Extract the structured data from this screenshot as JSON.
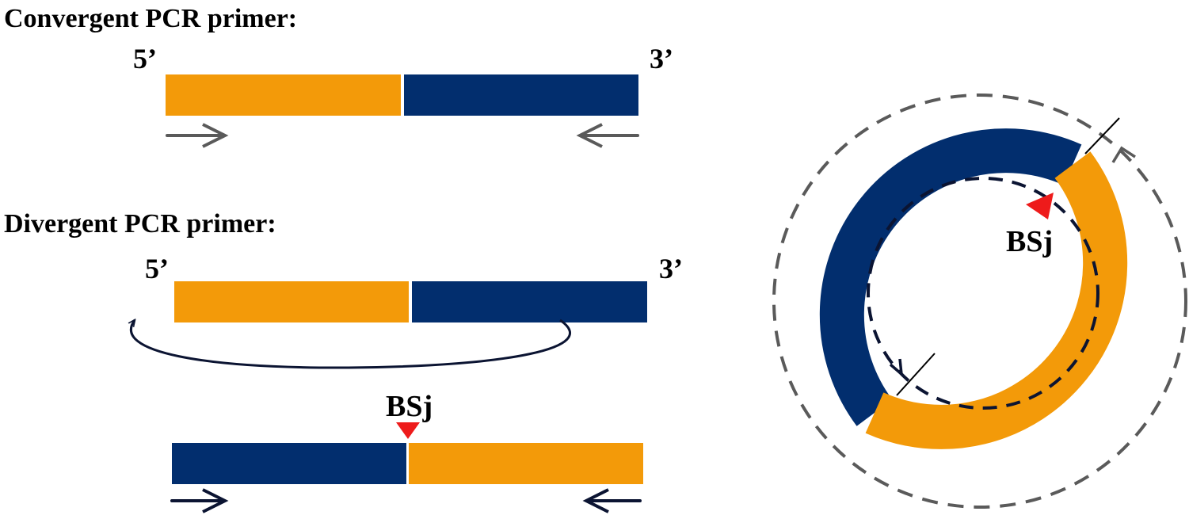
{
  "colors": {
    "exon_orange": "#F39A09",
    "exon_navy": "#022E6E",
    "convergent_primer": "#5A5A5A",
    "divergent_primer": "#0B1432",
    "junction_marker": "#EE1B1B",
    "outer_dashed_ring": "#5A5A5A",
    "inner_dashed_ring": "#0B1432"
  },
  "convergent": {
    "heading": "Convergent PCR primer:",
    "five_prime": "5’",
    "three_prime": "3’"
  },
  "divergent": {
    "heading": "Divergent PCR primer:",
    "five_prime": "5’",
    "three_prime": "3’",
    "junction_label": "BSj"
  },
  "circle": {
    "junction_label": "BSj"
  }
}
